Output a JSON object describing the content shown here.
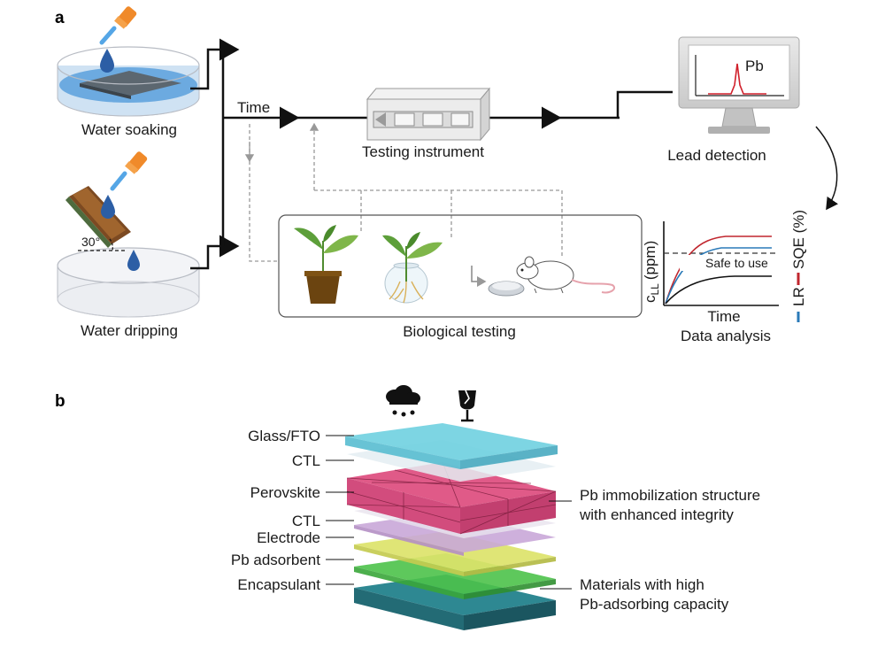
{
  "panels": {
    "a": "a",
    "b": "b"
  },
  "panel_a": {
    "soaking_label": "Water soaking",
    "dripping_label": "Water dripping",
    "angle_label": "30°",
    "time_label": "Time",
    "instrument_label": "Testing instrument",
    "lead_detection_label": "Lead detection",
    "monitor_peak_label": "Pb",
    "bio_label": "Biological testing",
    "analysis": {
      "y_label": "c",
      "y_sub": "LL",
      "y_unit": "(ppm)",
      "x_label": "Time",
      "caption": "Data analysis",
      "safe_label": "Safe to use",
      "legend_lr": "LR",
      "legend_sqe": "SQE (%)"
    }
  },
  "panel_b": {
    "layers": [
      "Glass/FTO",
      "CTL",
      "Perovskite",
      "CTL",
      "Electrode",
      "Pb adsorbent",
      "Encapsulant"
    ],
    "note1_line1": "Pb immobilization structure",
    "note1_line2": "with enhanced integrity",
    "note2_line1": "Materials with high",
    "note2_line2": "Pb-adsorbing capacity",
    "icons": [
      "rain-icon",
      "fragile-glass-icon"
    ]
  },
  "colors": {
    "glass": "#6fd0e0",
    "perovskite": "#e05a88",
    "electrode": "#c9a7d8",
    "adsorbent": "#dce36a",
    "encapsulant_green": "#4cc24a",
    "base": "#246e78",
    "water": "#3d77b8",
    "dropper": "#f08a2a",
    "lr_line": "#2a7ab8",
    "sqe_line": "#c0262e"
  }
}
